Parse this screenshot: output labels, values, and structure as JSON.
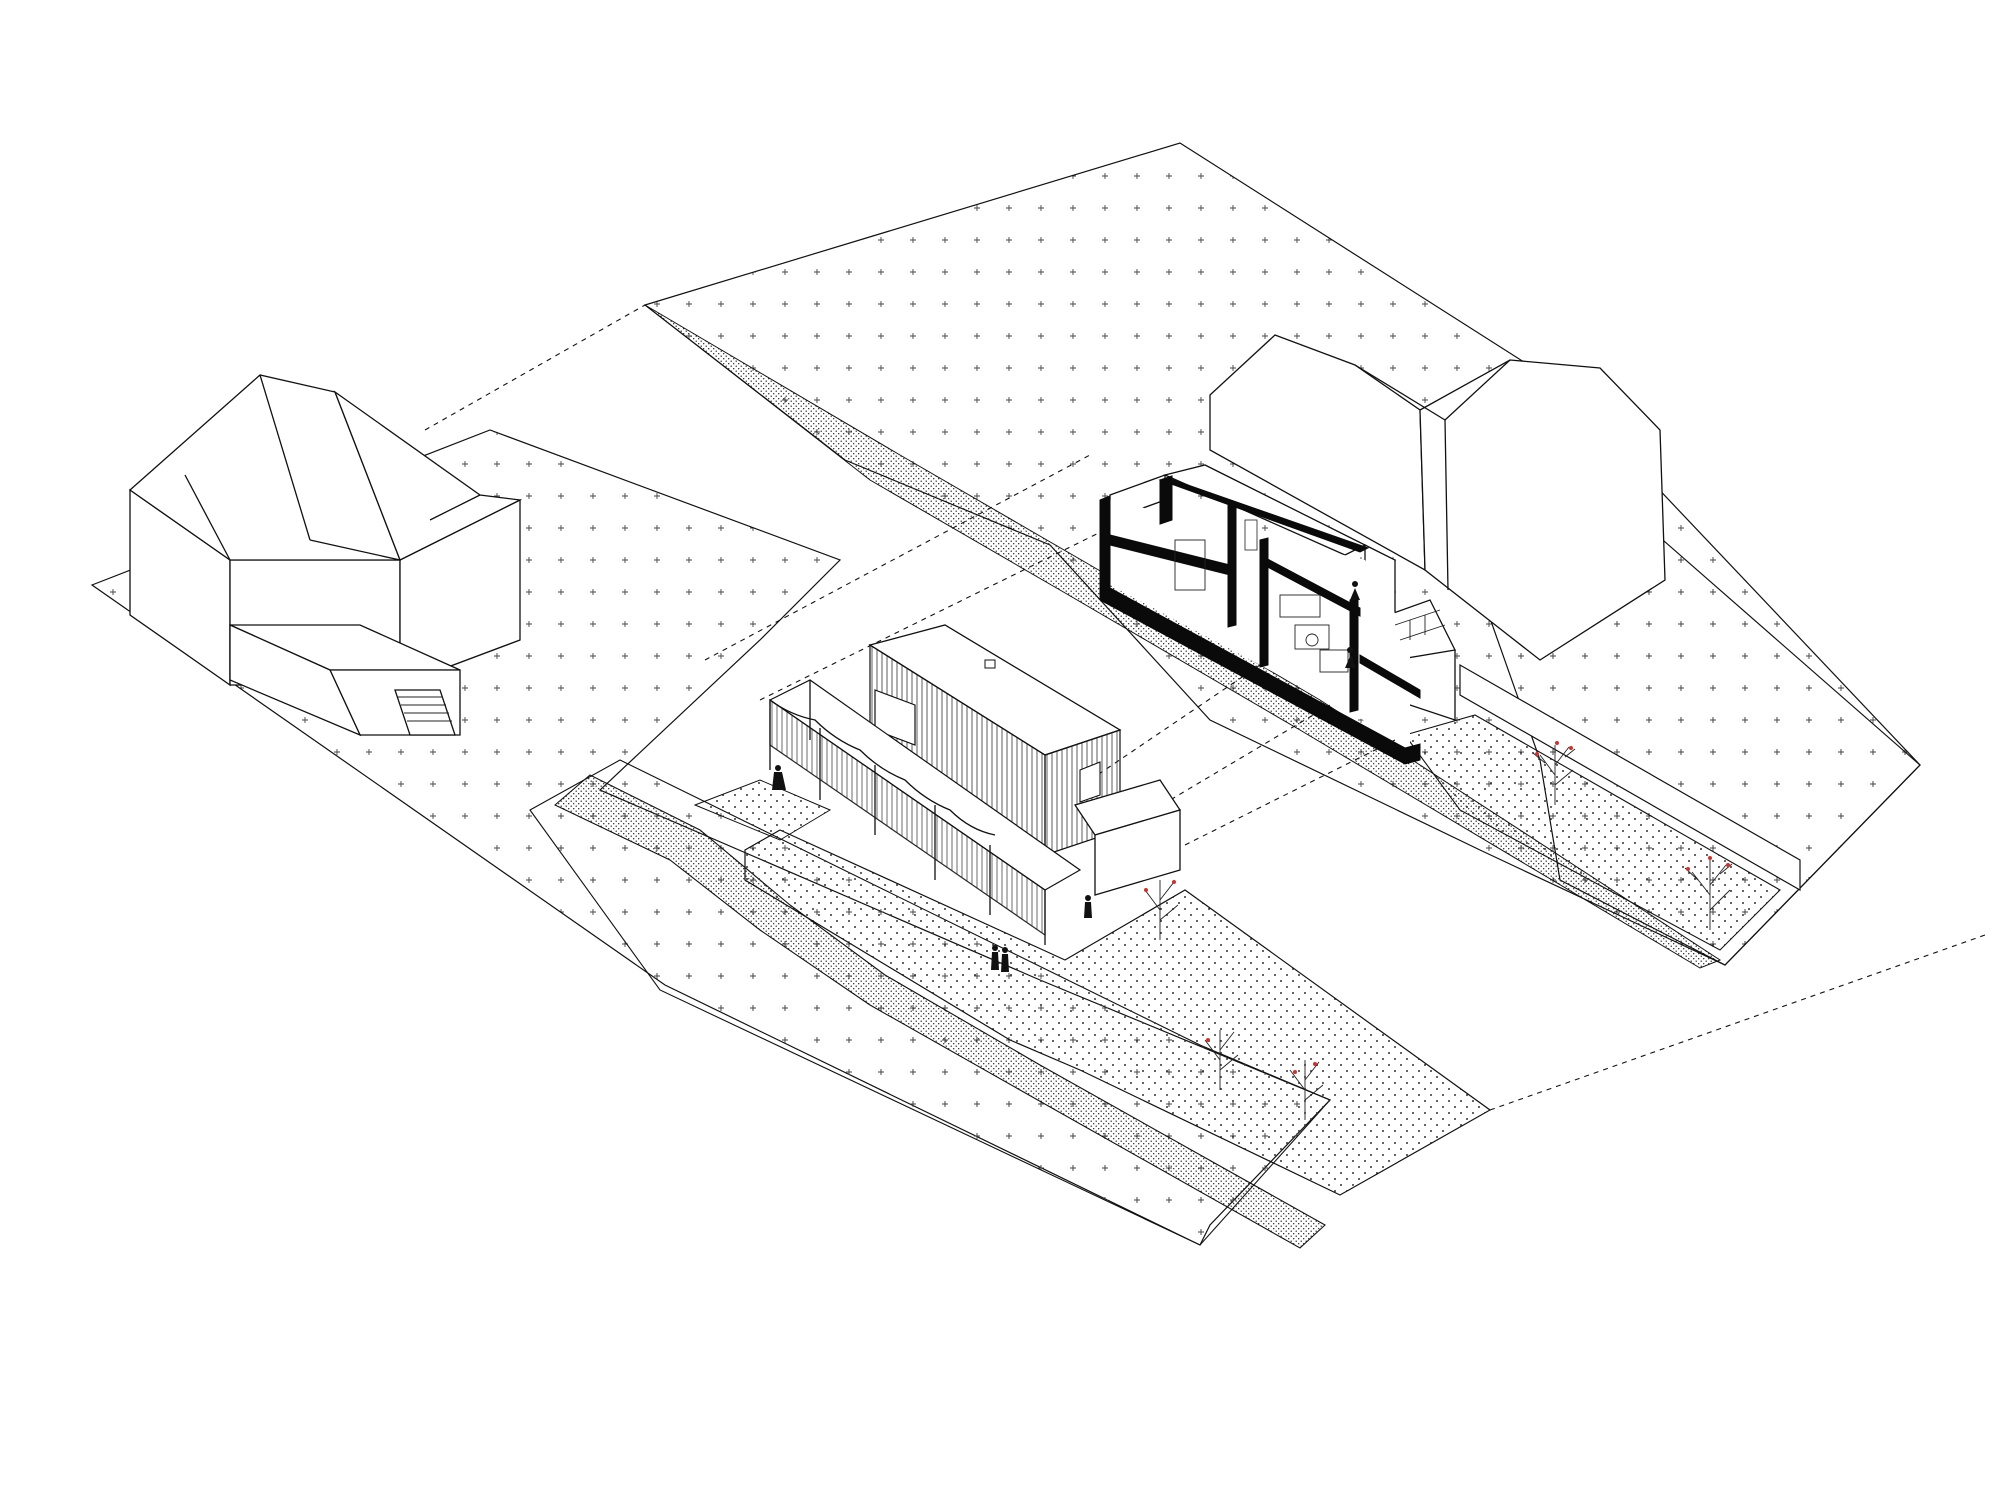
{
  "drawing": {
    "type": "axonometric-site-diagram",
    "line_color": "#111111",
    "accent_color": "#d0312d",
    "background": "#ffffff",
    "hatches": [
      "cross-grass",
      "dot-paving",
      "fine-stipple-slope"
    ]
  },
  "elements": [
    "neighbour-house-left",
    "neighbour-house-right",
    "pavilion-annex",
    "main-house-section",
    "access-ramp",
    "garden-terrace",
    "fruit-trees",
    "people-figures"
  ]
}
